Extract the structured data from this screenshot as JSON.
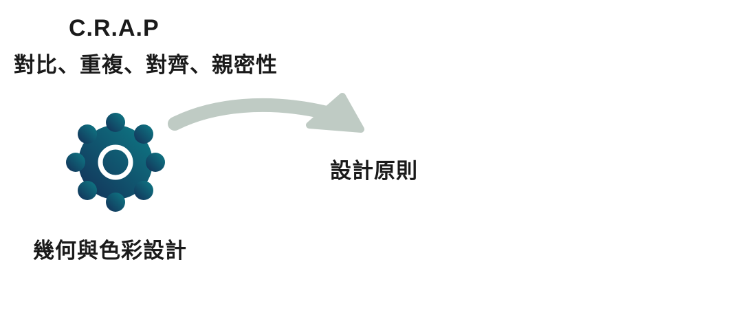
{
  "diagram": {
    "title": "C.R.A.P",
    "subtitle": "對比、重複、對齊、親密性",
    "source_label": "幾何與色彩設計",
    "target_label": "設計原則",
    "source_icon": "gear-icon",
    "connector_icon": "curved-arrow-icon",
    "colors": {
      "gear_start": "#0e7b86",
      "gear_end": "#132f57",
      "arrow": "#bfcbc4",
      "text": "#1a1a1a"
    }
  }
}
